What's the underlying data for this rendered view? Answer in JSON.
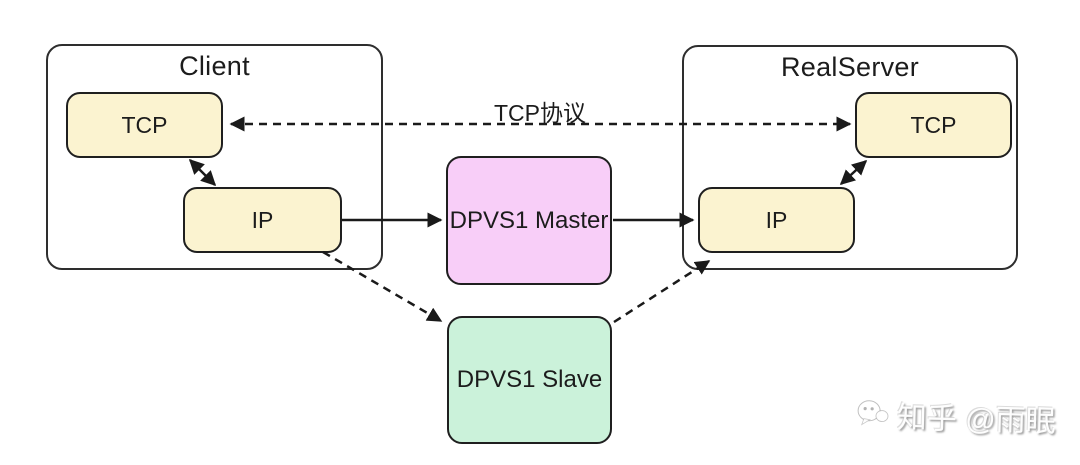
{
  "colors": {
    "node_fill_yellow": "#FBF3D0",
    "node_fill_pink": "#F8CEF8",
    "node_fill_green": "#CBF2DA",
    "stroke": "#1A1A1A",
    "background": "#FFFFFF"
  },
  "diagram": {
    "protocol_label": "TCP协议",
    "client": {
      "title": "Client",
      "tcp_label": "TCP",
      "ip_label": "IP"
    },
    "realserver": {
      "title": "RealServer",
      "tcp_label": "TCP",
      "ip_label": "IP"
    },
    "master_label": "DPVS1 Master",
    "slave_label": "DPVS1 Slave",
    "edges": [
      {
        "from": "client-tcp",
        "to": "realserver-tcp",
        "style": "dashed",
        "bidirectional": true,
        "label": "TCP协议"
      },
      {
        "from": "client-tcp",
        "to": "client-ip",
        "style": "solid",
        "bidirectional": true
      },
      {
        "from": "realserver-ip",
        "to": "realserver-tcp",
        "style": "solid",
        "bidirectional": true
      },
      {
        "from": "client-ip",
        "to": "dpvs1-master",
        "style": "solid",
        "bidirectional": false
      },
      {
        "from": "dpvs1-master",
        "to": "realserver-ip",
        "style": "solid",
        "bidirectional": false
      },
      {
        "from": "client-ip",
        "to": "dpvs1-slave",
        "style": "dashed",
        "bidirectional": false
      },
      {
        "from": "dpvs1-slave",
        "to": "realserver-ip",
        "style": "dashed",
        "bidirectional": false
      }
    ]
  },
  "watermark": {
    "text": "知乎 @雨眠"
  }
}
